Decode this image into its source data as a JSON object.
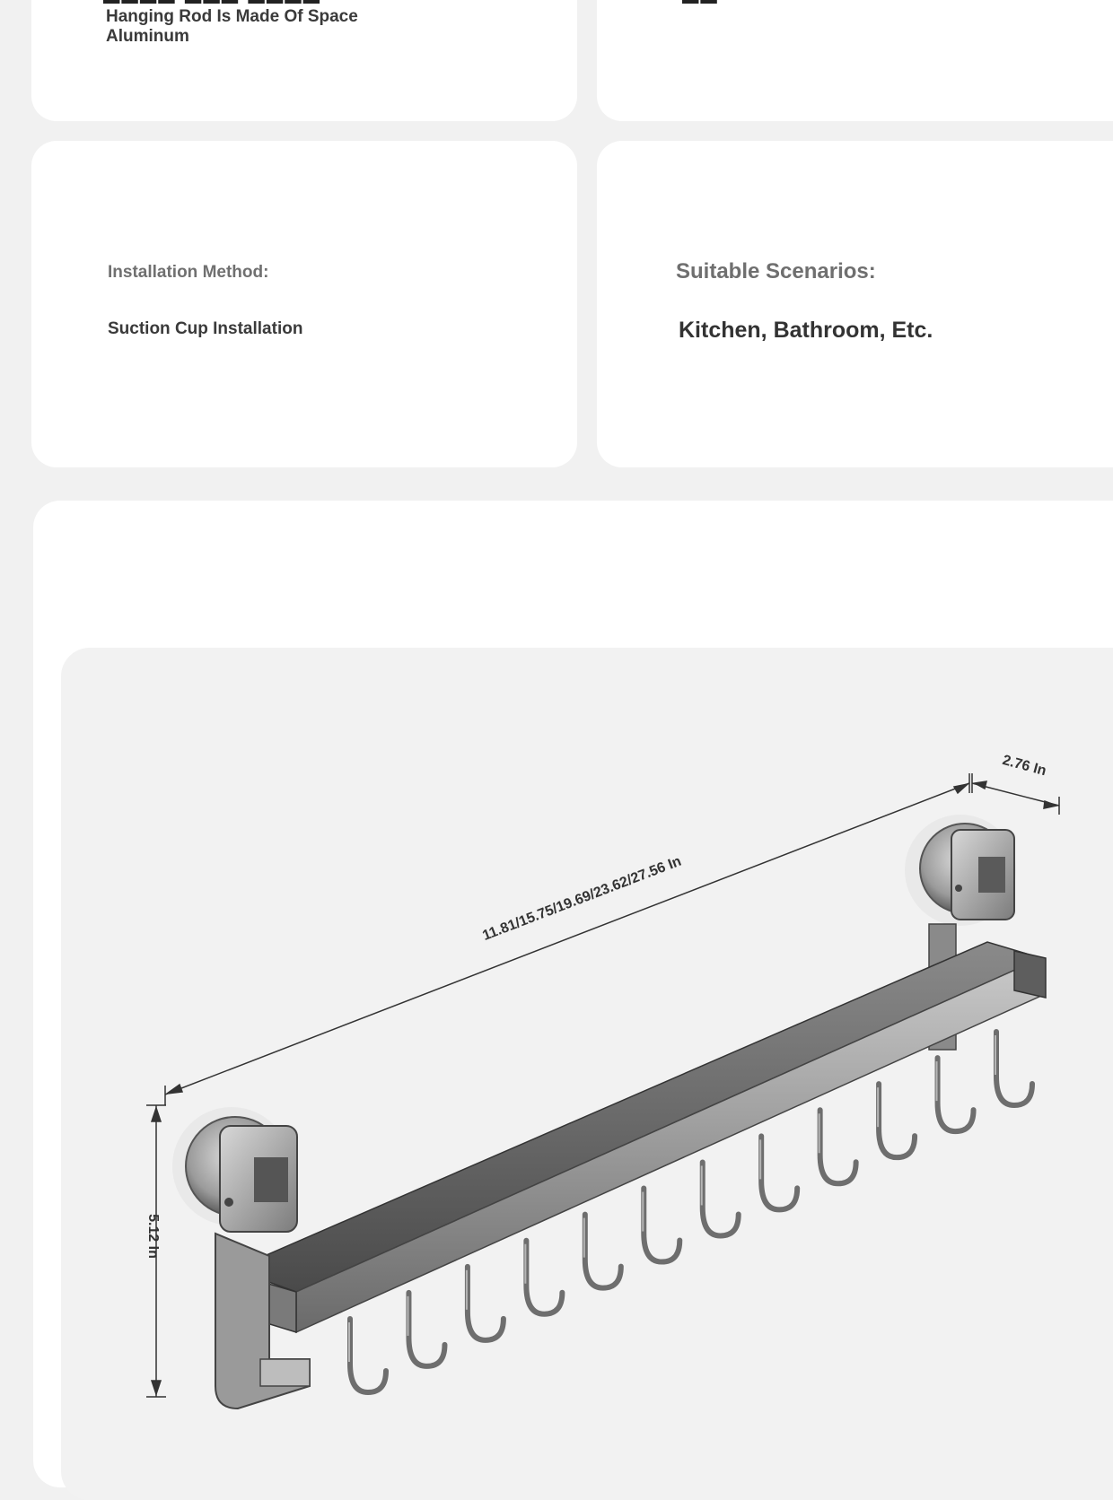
{
  "specs": {
    "material_desc": "Hanging Rod Is Made Of Space Aluminum",
    "installation_label": "Installation Method:",
    "installation_value": "Suction Cup Installation",
    "scenarios_label": "Suitable Scenarios:",
    "scenarios_value": "Kitchen, Bathroom, Etc."
  },
  "dimensions": {
    "length": "11.81/15.75/19.69/23.62/27.56 In",
    "depth": "2.76 In",
    "height": "5.12 In"
  },
  "product": {
    "hook_count": 12,
    "colors": {
      "metal": "#6e6e6e",
      "metal_dark": "#3e3e3e",
      "metal_light": "#b5b5b5"
    }
  }
}
